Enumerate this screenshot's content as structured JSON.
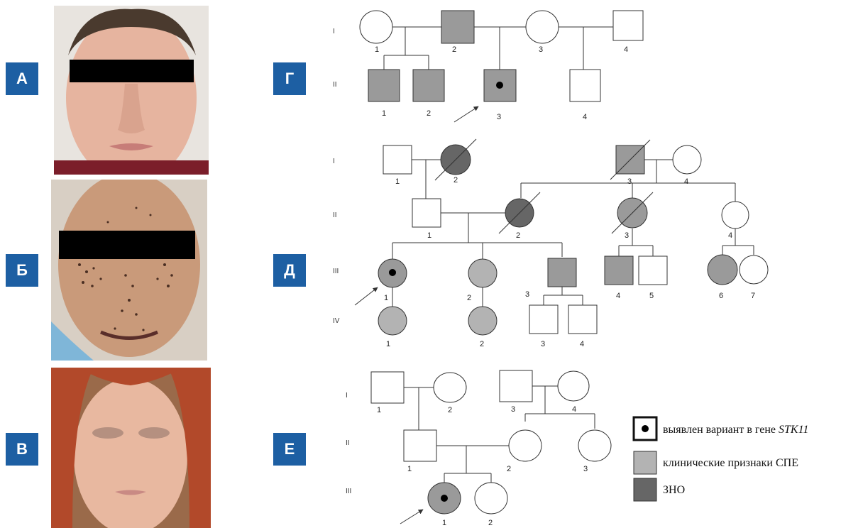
{
  "panels": {
    "a": {
      "badge": "А"
    },
    "b": {
      "badge": "Б"
    },
    "c": {
      "badge": "В"
    },
    "d": {
      "badge": "Г"
    },
    "e": {
      "badge": "Д"
    },
    "f": {
      "badge": "Е"
    }
  },
  "pedigree_g": {
    "generations": [
      "I",
      "II"
    ],
    "gen1_numbers": [
      "1",
      "2",
      "3",
      "4"
    ],
    "gen2_numbers": [
      "1",
      "2",
      "3",
      "4"
    ]
  },
  "pedigree_d": {
    "generations": [
      "I",
      "II",
      "III",
      "IV"
    ],
    "gen1_numbers": [
      "1",
      "2",
      "3",
      "4"
    ],
    "gen2_numbers": [
      "1",
      "2",
      "3",
      "4"
    ],
    "gen3_numbers": [
      "1",
      "2",
      "3",
      "4",
      "5",
      "6",
      "7"
    ],
    "gen4_numbers": [
      "1",
      "2",
      "3",
      "4"
    ]
  },
  "pedigree_e": {
    "generations": [
      "I",
      "II",
      "III"
    ],
    "gen1_numbers": [
      "1",
      "2",
      "3",
      "4"
    ],
    "gen2_numbers": [
      "1",
      "2",
      "3"
    ],
    "gen3_numbers": [
      "1",
      "2"
    ]
  },
  "legend": {
    "variant_text": "выявлен вариант в гене",
    "variant_gene": "STK11",
    "clinical": "клинические признаки СПЕ",
    "cancer": "ЗНО"
  },
  "colors": {
    "badge": "#1d5fa3",
    "affected_clinical": "#b3b3b3",
    "affected_gray": "#9a9a9a",
    "cancer": "#666666"
  }
}
